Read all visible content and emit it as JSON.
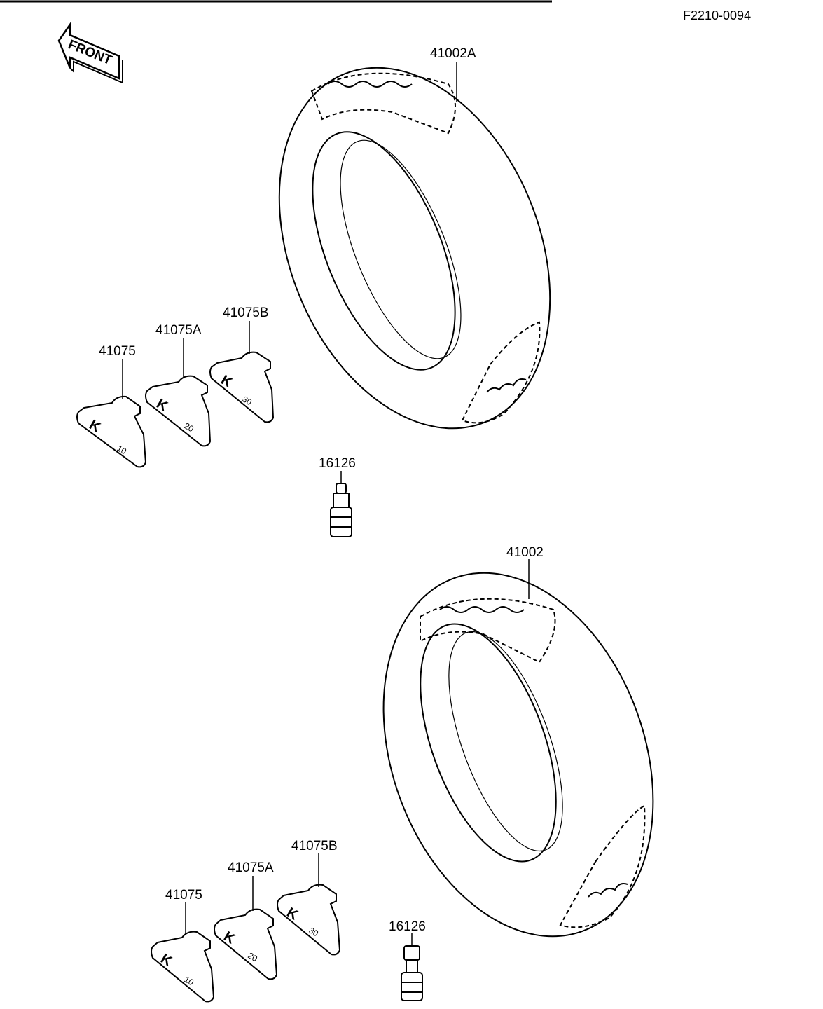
{
  "diagram_code": "F2210-0094",
  "front_arrow": {
    "label": "FRONT"
  },
  "upper_assembly": {
    "tire_label": "41002A",
    "weights": [
      {
        "part": "41075",
        "mark": "10"
      },
      {
        "part": "41075A",
        "mark": "20"
      },
      {
        "part": "41075B",
        "mark": "30"
      }
    ],
    "valve_label": "16126"
  },
  "lower_assembly": {
    "tire_label": "41002",
    "weights": [
      {
        "part": "41075",
        "mark": "10"
      },
      {
        "part": "41075A",
        "mark": "20"
      },
      {
        "part": "41075B",
        "mark": "30"
      }
    ],
    "valve_label": "16126"
  },
  "colors": {
    "ink": "#000000",
    "paper": "#ffffff"
  }
}
